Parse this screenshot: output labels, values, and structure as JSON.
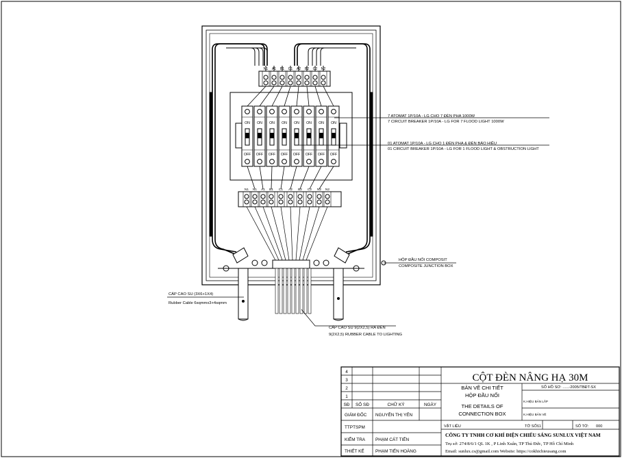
{
  "breaker_labels": {
    "top_terminals": [
      "N1",
      "A1",
      "B1",
      "C1",
      "A2",
      "B2",
      "C2",
      "N2"
    ],
    "bottom_terminals": [
      "N1",
      "N1",
      "A1",
      "B1",
      "C1",
      "A2",
      "B2",
      "C2",
      "N2",
      "N2"
    ],
    "on_label": "ON",
    "off_label": "OFF"
  },
  "callouts": {
    "breakers_7_vi": "7 ATOMAT 1P/10A - LG CHO 7 ĐÈN PHA 1000W",
    "breakers_7_en": "7 CIRCUIT BREAKER 1P/10A - LG FOR 7 FLOOD LIGHT 1000W",
    "breaker_1_vi": "01 ATOMAT 1P/10A - LG CHO 1 ĐÈN PHA & ĐÈN BÁO HIỆU",
    "breaker_1_en": "01 CIRCUIT BREAKER 1P/10A - LG FOR 1 FLOOD LIGHT & OBSTRUCTION LIGHT",
    "box_vi": "HỘP ĐẦU NỐI COMPOSIT",
    "box_en": "COMPOSITE JUNCTION BOX",
    "rubber_vi": "CÁP CAO SU (3X6+1X4)",
    "rubber_en": "Rubber Cable 6sqmmx3+4sqmm",
    "lighting_vi": "CÁP CAO SU 9(2X2,5) RA ĐÈN",
    "lighting_en": "9(2X2,5) RUBBER CABLE TO LIGHTING"
  },
  "title_block": {
    "rev_rows": [
      "4",
      "3",
      "2",
      "1"
    ],
    "hdr_sd": "SĐ",
    "hdr_sosd": "SỐ SĐ",
    "hdr_chuky": "CHỮ KÝ",
    "hdr_ngay": "NGÀY",
    "giam_doc": "GIÁM ĐỐC",
    "giam_doc_name": "NGUYỄN THỊ YẾN",
    "ttpt": "TTPTSPM",
    "kiem_tra": "KIỂM TRA",
    "kiem_tra_name": "PHẠM CÁT TIẾN",
    "thiet_ke": "THIẾT KẾ",
    "thiet_ke_name": "PHẠM TIẾN HOÀNG",
    "project_title": "CỘT ĐÈN NÂNG HẠ 30M",
    "drawing_vi_1": "BẢN VẼ CHI TIẾT",
    "drawing_vi_2": "HỘP ĐẦU NỐI",
    "drawing_en_1": "THE DETAILS OF",
    "drawing_en_2": "CONNECTION BOX",
    "so_ho_so": "SỐ HỒ SƠ: ......-2005/TBĐT-SX",
    "k_hieu_ban_lap": "K.HIỆU BẢN LẮP",
    "k_hieu_ban_ve": "K.HIỆU BẢN VẼ",
    "vat_lieu": "VẬT LIỆU",
    "to_so_label": "TỜ SỐ:",
    "to_so": "11",
    "so_to_label": "SỐ TỜ:",
    "so_to": "000",
    "company": "CÔNG TY TNHH CƠ KHÍ ĐIỆN CHIẾU SÁNG SUNLUX VIỆT NAM",
    "address": "Trụ sở: 274/8/6/1 QL 1K , P Linh Xuân, TP Thủ Đức, TP Hồ Chí Minh",
    "email": "Email: sunlux.cs@gmail.com Website: https://cokhichieusang.com"
  }
}
